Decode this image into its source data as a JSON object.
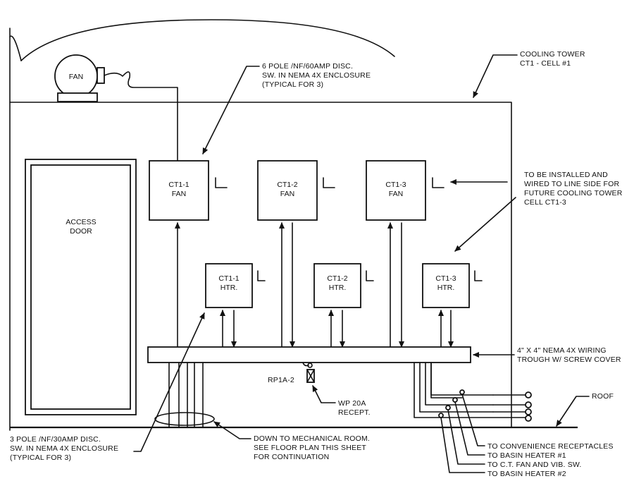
{
  "labels": {
    "fan_motor": "FAN",
    "access_door": [
      "ACCESS",
      "DOOR"
    ],
    "cooling_tower": [
      "COOLING TOWER",
      "CT1 - CELL #1"
    ],
    "disc_6pole": [
      "6 POLE /NF/60AMP DISC.",
      "SW. IN NEMA 4X ENCLOSURE",
      "(TYPICAL FOR 3)"
    ],
    "future_note": [
      "TO BE INSTALLED AND",
      "WIRED TO LINE SIDE FOR",
      "FUTURE COOLING TOWER",
      "CELL CT1-3"
    ],
    "trough": [
      "4\" X 4\" NEMA 4X WIRING",
      "TROUGH W/ SCREW COVER"
    ],
    "roof": "ROOF",
    "receptacle_id": "RP1A-2",
    "receptacle": [
      "WP 20A",
      "RECEPT."
    ],
    "disc_3pole": [
      "3 POLE /NF/30AMP DISC.",
      "SW. IN NEMA 4X ENCLOSURE",
      "(TYPICAL FOR 3)"
    ],
    "mech_room": [
      "DOWN TO MECHANICAL ROOM.",
      "SEE FLOOR PLAN THIS SHEET",
      "FOR CONTINUATION"
    ],
    "feeds": [
      "TO CONVENIENCE RECEPTACLES",
      "TO BASIN HEATER #1",
      "TO C.T. FAN AND VIB. SW.",
      "TO BASIN HEATER #2"
    ]
  },
  "fan_switches": [
    {
      "name": "CT1-1",
      "sub": "FAN"
    },
    {
      "name": "CT1-2",
      "sub": "FAN"
    },
    {
      "name": "CT1-3",
      "sub": "FAN"
    }
  ],
  "heater_switches": [
    {
      "name": "CT1-1",
      "sub": "HTR."
    },
    {
      "name": "CT1-2",
      "sub": "HTR."
    },
    {
      "name": "CT1-3",
      "sub": "HTR."
    }
  ]
}
